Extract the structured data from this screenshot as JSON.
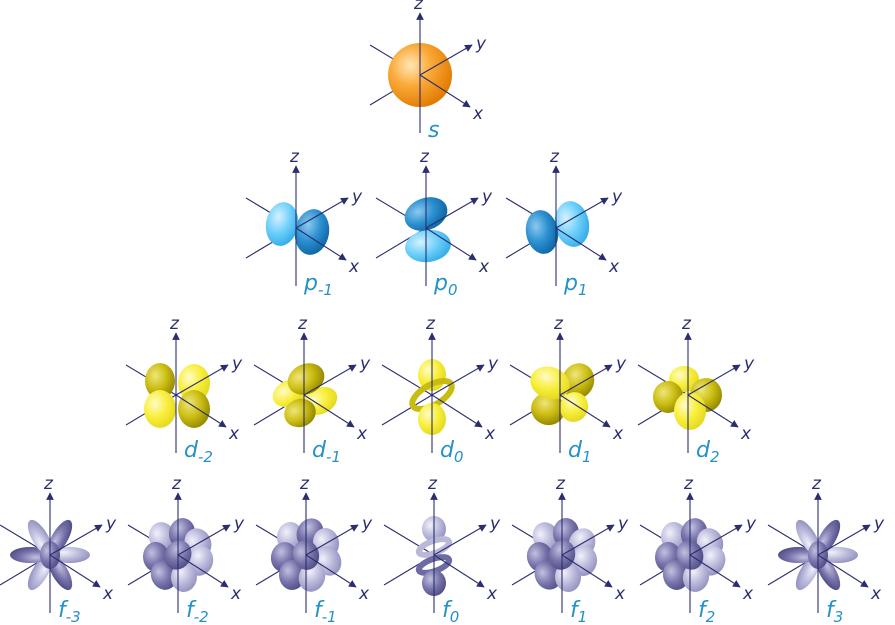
{
  "axis_labels": {
    "z": "z",
    "y": "y",
    "x": "x"
  },
  "colors": {
    "axis": "#2a2e6e",
    "label": "#2492c8",
    "s": "#f7961e",
    "p_light": "#5cc6f4",
    "p_dark": "#1f86c8",
    "d_light": "#f4ec3a",
    "d_dark": "#c8bc10",
    "f_light": "#b9b8d8",
    "f_dark": "#6e6aa2"
  },
  "rows": [
    {
      "shell": "s",
      "orbitals": [
        {
          "letter": "s",
          "sub": ""
        }
      ]
    },
    {
      "shell": "p",
      "orbitals": [
        {
          "letter": "p",
          "sub": "-1"
        },
        {
          "letter": "p",
          "sub": "0"
        },
        {
          "letter": "p",
          "sub": "1"
        }
      ]
    },
    {
      "shell": "d",
      "orbitals": [
        {
          "letter": "d",
          "sub": "-2"
        },
        {
          "letter": "d",
          "sub": "-1"
        },
        {
          "letter": "d",
          "sub": "0"
        },
        {
          "letter": "d",
          "sub": "1"
        },
        {
          "letter": "d",
          "sub": "2"
        }
      ]
    },
    {
      "shell": "f",
      "orbitals": [
        {
          "letter": "f",
          "sub": "-3"
        },
        {
          "letter": "f",
          "sub": "-2"
        },
        {
          "letter": "f",
          "sub": "-1"
        },
        {
          "letter": "f",
          "sub": "0"
        },
        {
          "letter": "f",
          "sub": "1"
        },
        {
          "letter": "f",
          "sub": "2"
        },
        {
          "letter": "f",
          "sub": "3"
        }
      ]
    }
  ]
}
